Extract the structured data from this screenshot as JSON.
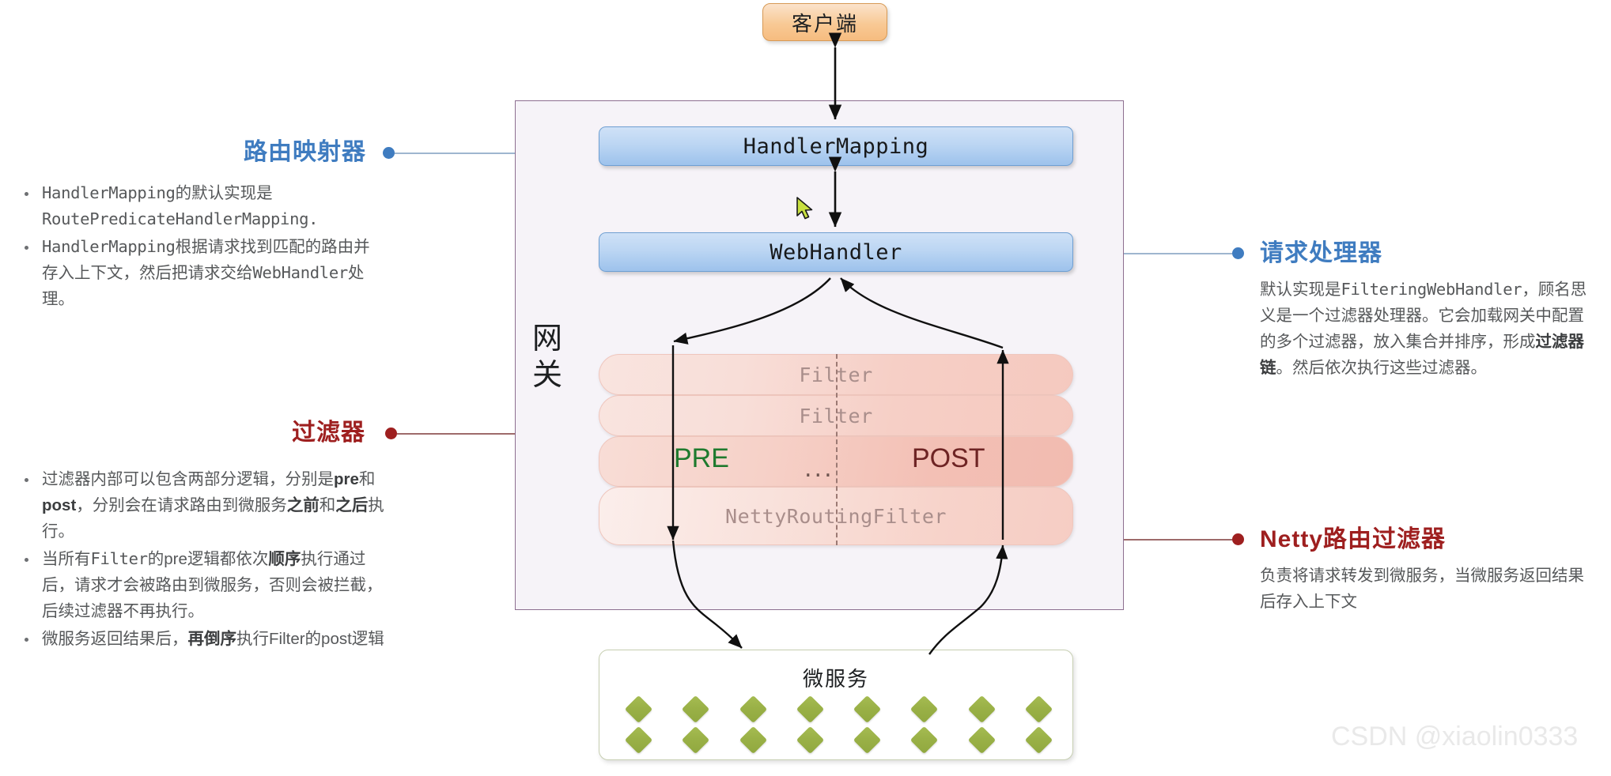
{
  "diagram": {
    "client": {
      "label": "客户端"
    },
    "gateway": {
      "label": "网关"
    },
    "handler_mapping": {
      "label": "HandlerMapping"
    },
    "web_handler": {
      "label": "WebHandler"
    },
    "filters": [
      {
        "label": "Filter"
      },
      {
        "label": "Filter"
      },
      {
        "label": ""
      },
      {
        "label": "NettyRoutingFilter"
      }
    ],
    "pre_label": "PRE",
    "post_label": "POST",
    "ellipsis": "...",
    "microservice": {
      "label": "微服务",
      "diamond_rows": 2,
      "diamonds_per_row": 8
    }
  },
  "callouts": {
    "route_mapper": {
      "title": "路由映射器",
      "color": "#3f7cc0",
      "bullets": [
        "HandlerMapping的默认实现是RoutePredicateHandlerMapping.",
        "HandlerMapping根据请求找到匹配的路由并存入上下文，然后把请求交给WebHandler处理。"
      ]
    },
    "filter": {
      "title": "过滤器",
      "color": "#9e1f1f",
      "bullets": [
        "过滤器内部可以包含两部分逻辑，分别是pre和post，分别会在请求路由到微服务之前和之后执行。",
        "当所有Filter的pre逻辑都依次顺序执行通过后，请求才会被路由到微服务，否则会被拦截，后续过滤器不再执行。",
        "微服务返回结果后，再倒序执行Filter的post逻辑"
      ]
    },
    "request_handler": {
      "title": "请求处理器",
      "color": "#3f7cc0",
      "body": "默认实现是FilteringWebHandler，顾名思义是一个过滤器处理器。它会加载网关中配置的多个过滤器，放入集合并排序，形成过滤器链。然后依次执行这些过滤器。"
    },
    "netty_filter": {
      "title": "Netty路由过滤器",
      "color": "#9e1f1f",
      "body": "负责将请求转发到微服务，当微服务返回结果后存入上下文"
    }
  },
  "watermark": {
    "text": "CSDN @xiaolin0333"
  }
}
